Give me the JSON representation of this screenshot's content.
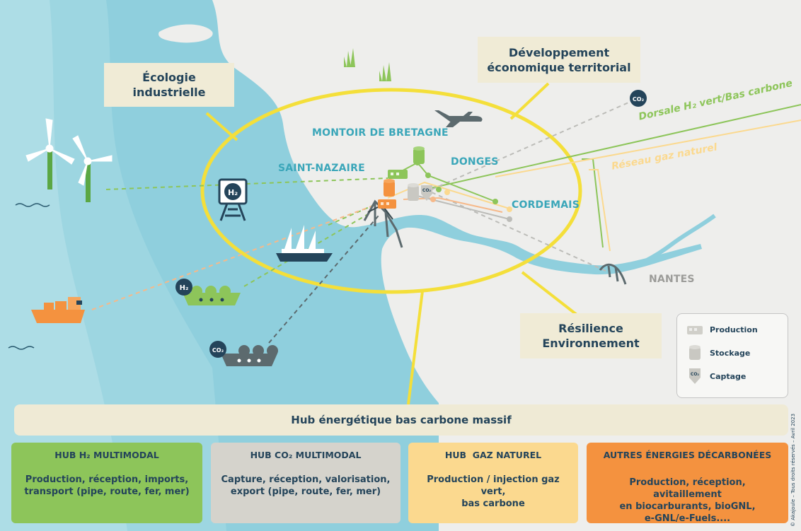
{
  "places": {
    "montoir": "MONTOIR DE BRETAGNE",
    "saint_nazaire": "SAINT-NAZAIRE",
    "donges": "DONGES",
    "cordemais": "CORDEMAIS",
    "nantes": "NANTES"
  },
  "themes": {
    "ecologie_1": "Écologie",
    "ecologie_2": "industrielle",
    "developpement_1": "Développement",
    "developpement_2": "économique territorial",
    "resilience_1": "Résilience",
    "resilience_2": "Environnement"
  },
  "pipelines": {
    "dorsale": "Dorsale H₂ vert/Bas carbone",
    "gaz": "Réseau gaz naturel"
  },
  "badges": {
    "h2": "H₂",
    "co2": "CO₂"
  },
  "legend": {
    "production": "Production",
    "stockage": "Stockage",
    "captage": "Captage"
  },
  "hub_title": "Hub énergétique bas carbone massif",
  "cards": {
    "h2": {
      "title": "HUB H₂ MULTIMODAL",
      "desc_1": "Production, réception, imports,",
      "desc_2": "transport (pipe, route, fer, mer)"
    },
    "co2": {
      "title": "HUB CO₂ MULTIMODAL",
      "desc_1": "Capture, réception, valorisation,",
      "desc_2": "export (pipe, route, fer, mer)"
    },
    "gaz": {
      "title": "HUB  GAZ NATUREL",
      "desc_1": "Production / injection gaz vert,",
      "desc_2": "bas carbone"
    },
    "autres": {
      "title": "AUTRES ÉNERGIES DÉCARBONÉES",
      "desc_1": "Production, réception, avitaillement",
      "desc_2": "en biocarburants, bioGNL,",
      "desc_3": "e-GNL/e-Fuels...."
    }
  },
  "credit": "© Akajoule – Tous droits réservés – Avril 2023",
  "colors": {
    "sea": "#8fcfdd",
    "land": "#eeeeec",
    "ring": "#f4df3a",
    "h2_green": "#8dc55a",
    "co2_grey": "#d5d3cc",
    "gaz_yellow": "#fbd98f",
    "autres_orange": "#f4923f",
    "text_navy": "#24445a",
    "place_teal": "#3aa6b9"
  }
}
